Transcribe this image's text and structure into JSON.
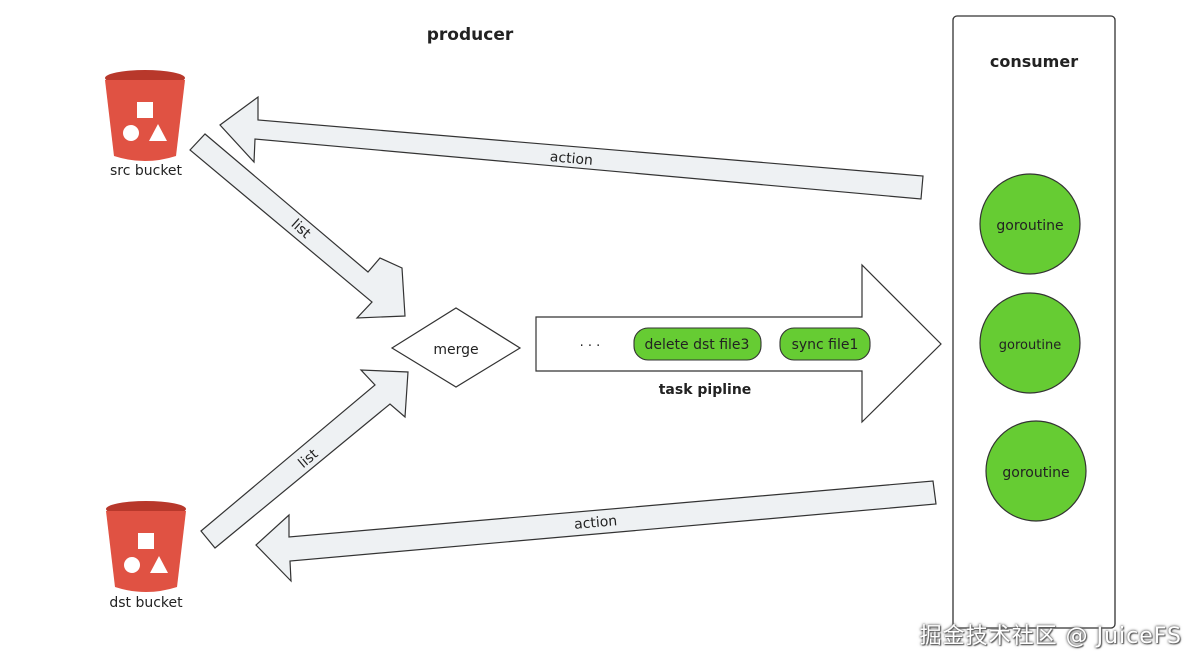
{
  "producer": {
    "title": "producer"
  },
  "consumer": {
    "title": "consumer",
    "goroutines": [
      "goroutine",
      "goroutine",
      "goroutine"
    ]
  },
  "src_bucket": {
    "label": "src bucket"
  },
  "dst_bucket": {
    "label": "dst bucket"
  },
  "arrows": {
    "list_src": "list",
    "list_dst": "list",
    "action_src": "action",
    "action_dst": "action"
  },
  "merge": {
    "label": "merge"
  },
  "pipeline": {
    "ellipsis": "· · ·",
    "tasks": [
      "delete dst file3",
      "sync file1"
    ],
    "label": "task pipline"
  },
  "watermark": "掘金技术社区 @ JuiceFS",
  "colors": {
    "bucket": "#e05243",
    "bucket_dark": "#b8382b",
    "goroutine": "#66cc33",
    "arrow_fill": "#eef1f3"
  }
}
